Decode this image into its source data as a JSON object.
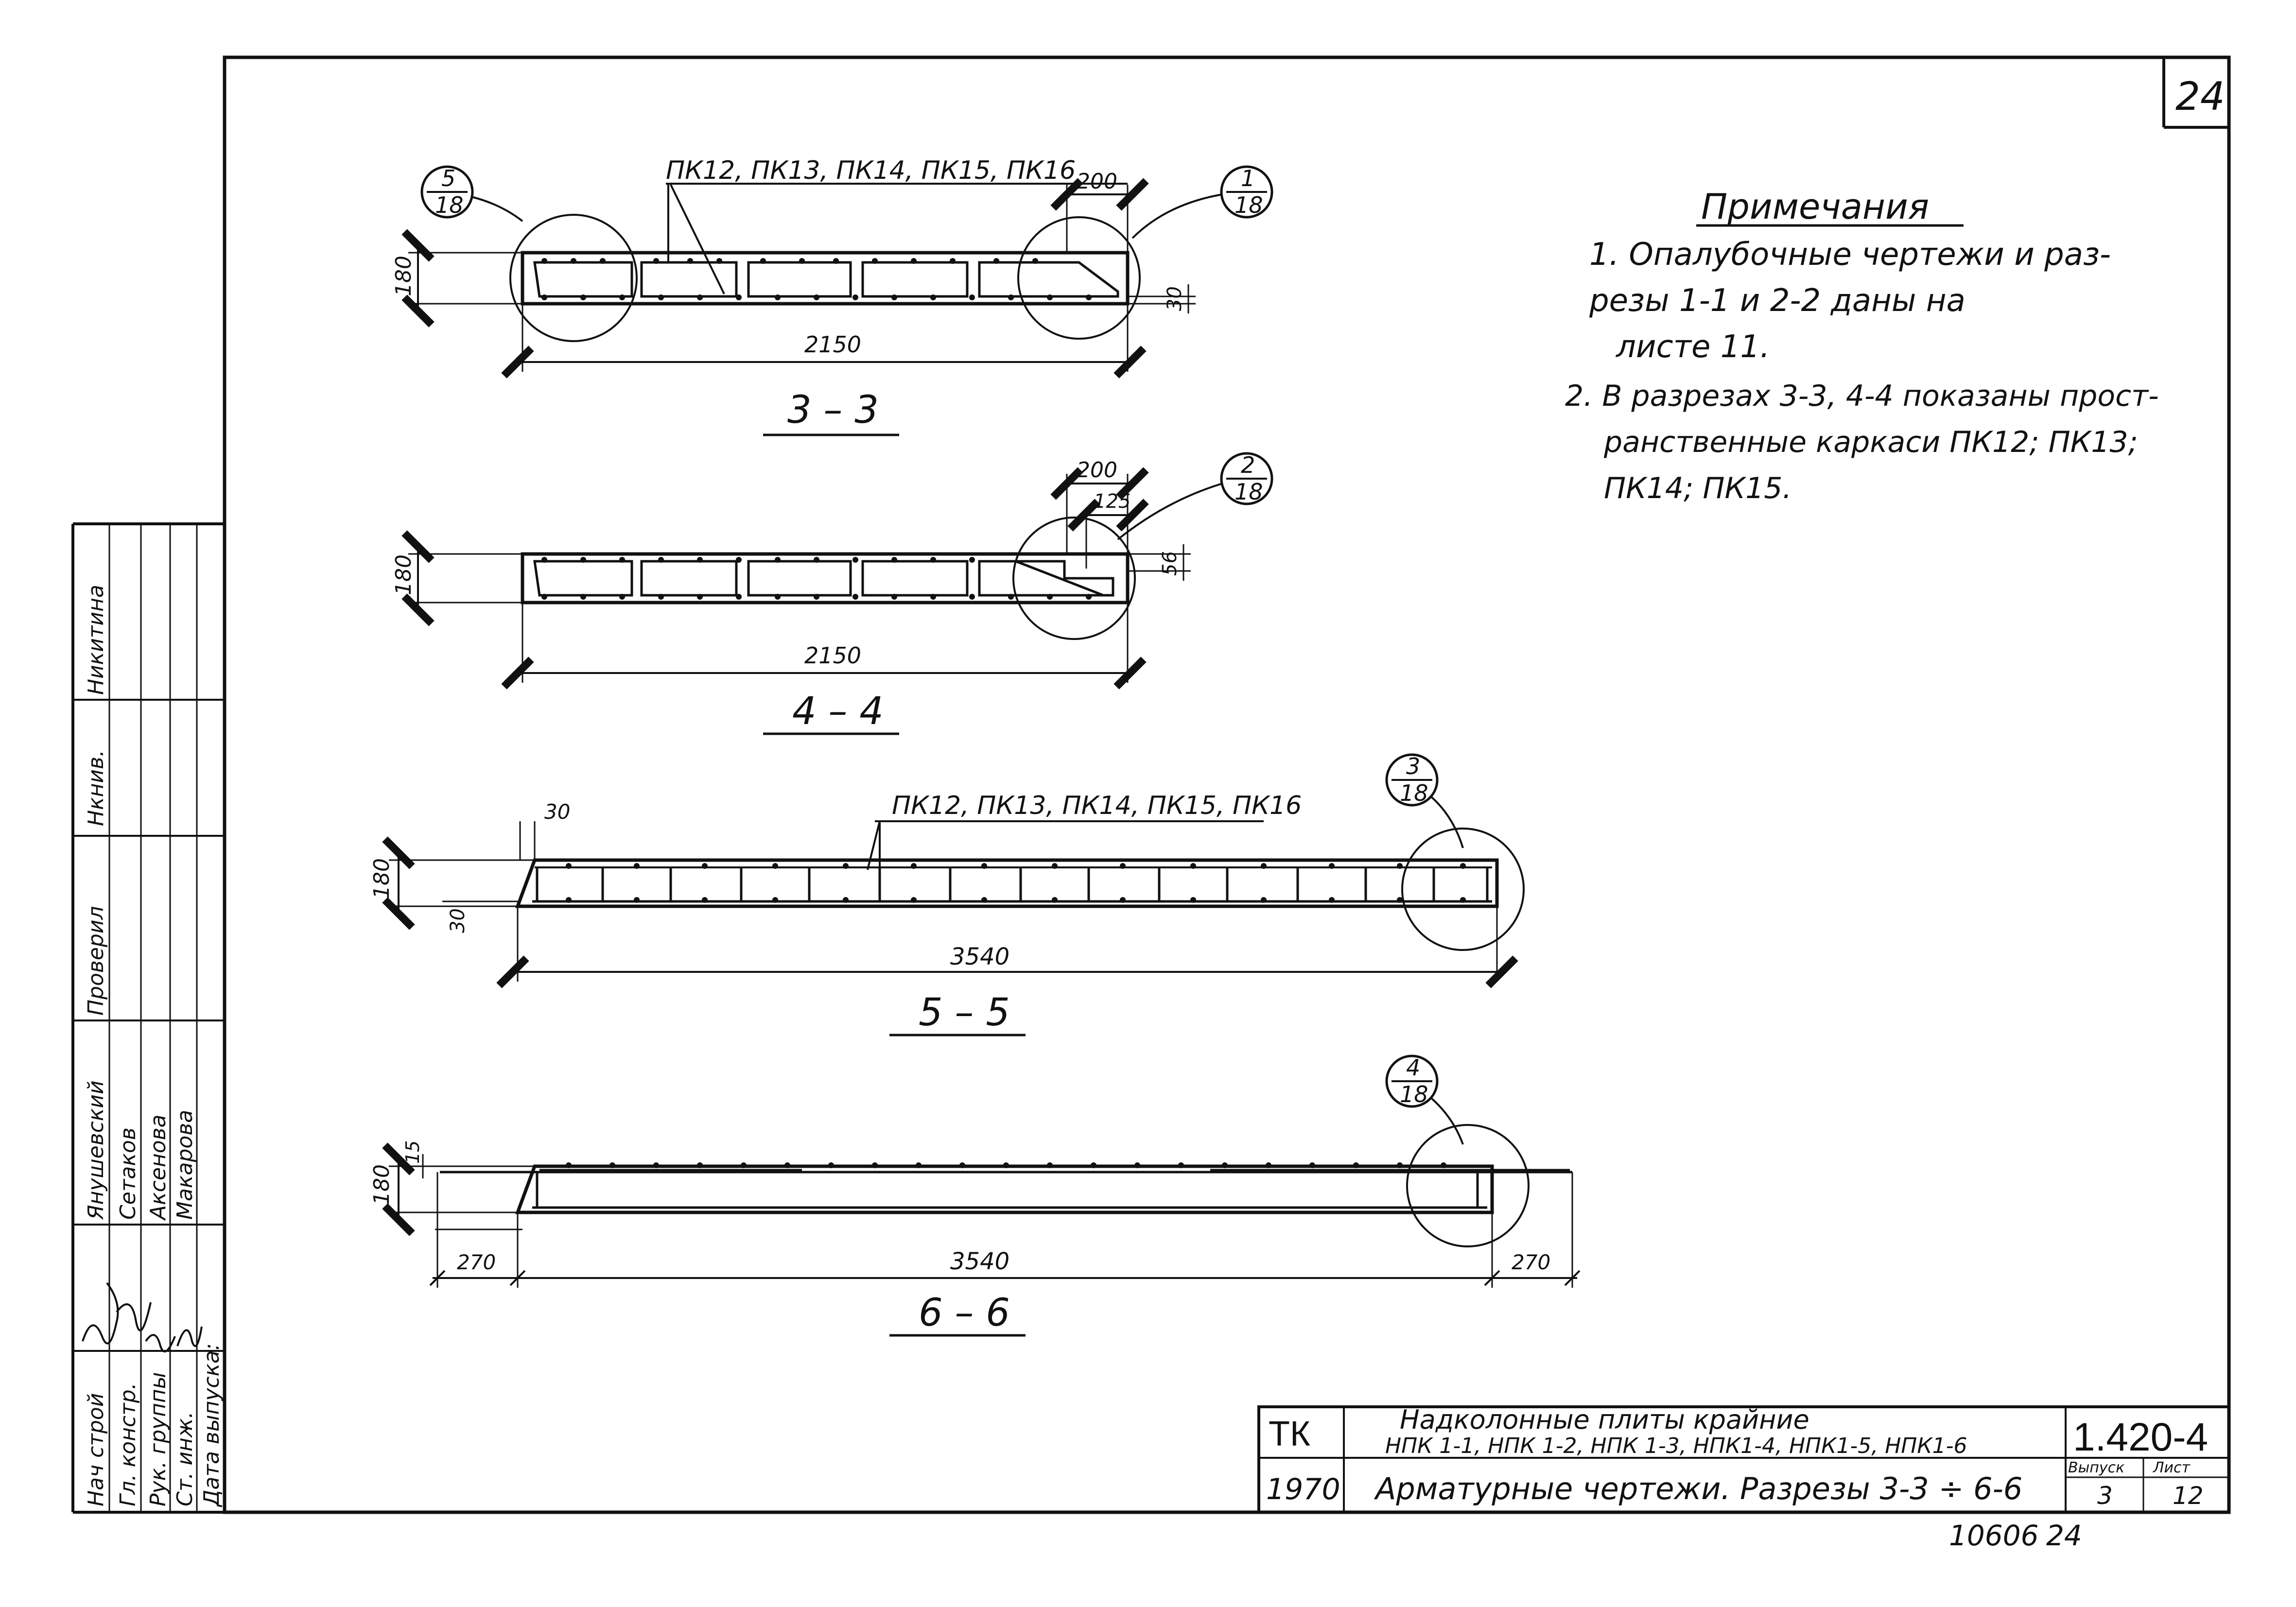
{
  "sheet": {
    "sheet_number": "24"
  },
  "notes": {
    "title": "Примечания",
    "lines": [
      "1. Опалубочные чертежи и раз-",
      "резы 1-1 и 2-2   даны на",
      "листе 11.",
      "2. В разрезах 3-3, 4-4 показаны прост-",
      "ранственные каркаси ПК12; ПК13;",
      "ПК14; ПК15."
    ]
  },
  "sections": [
    {
      "title": "3 – 3",
      "length": "2150",
      "height": "180",
      "end_offset": "200",
      "cover": "30",
      "frames_label": "ПК12, ПК13, ПК14, ПК15, ПК16",
      "callouts": [
        {
          "num": "5",
          "den": "18"
        },
        {
          "num": "1",
          "den": "18"
        }
      ]
    },
    {
      "title": "4 – 4",
      "length": "2150",
      "height": "180",
      "end_offset": "200",
      "inner_offset": "125",
      "cover": "56",
      "callouts": [
        {
          "num": "2",
          "den": "18"
        }
      ]
    },
    {
      "title": "5 – 5",
      "length": "3540",
      "height": "180",
      "cover_top": "30",
      "cover_bottom": "30",
      "frames_label": "ПК12, ПК13, ПК14, ПК15, ПК16",
      "callouts": [
        {
          "num": "3",
          "den": "18"
        }
      ]
    },
    {
      "title": "6 – 6",
      "length": "3540",
      "height": "180",
      "top_offset": "15",
      "left_ext": "270",
      "right_ext": "270",
      "callouts": [
        {
          "num": "4",
          "den": "18"
        }
      ]
    }
  ],
  "side_stamp": {
    "roles": [
      "Нач строй",
      "Гл. констр.",
      "Рук. группы",
      "Ст. инж.",
      "Дата выпуска:"
    ],
    "names": [
      "Янушевский",
      "Сетаков",
      "Аксенова",
      "Макарова"
    ],
    "checked_label": "Проверил",
    "checker": "Никитина",
    "checker_sign": "Нкнив."
  },
  "title_block": {
    "code": "ТК",
    "year": "1970",
    "title_line1": "Надколонные плиты крайние",
    "title_line2": "НПК 1-1, НПК 1-2, НПК 1-3, НПК1-4, НПК1-5, НПК1-6",
    "subtitle": "Арматурные чертежи. Разрезы 3-3 ÷ 6-6",
    "series": "1.420-4",
    "issue_label": "Выпуск",
    "issue": "3",
    "sheet_label": "Лист",
    "sheet": "12"
  },
  "footer": {
    "inventory": "10606",
    "page": "24"
  }
}
